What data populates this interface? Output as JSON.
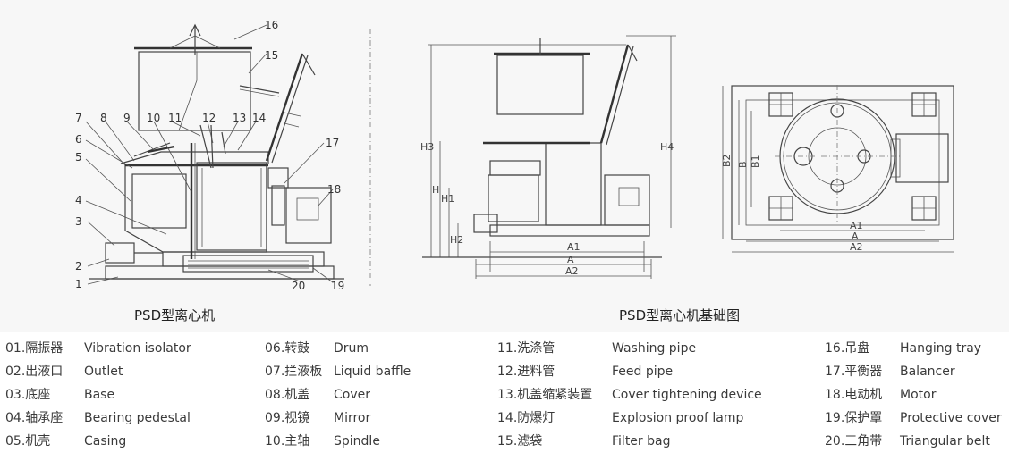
{
  "captions": {
    "left": "PSD型离心机",
    "right": "PSD型离心机基础图"
  },
  "callouts": [
    "1",
    "2",
    "3",
    "4",
    "5",
    "6",
    "7",
    "8",
    "9",
    "10",
    "11",
    "12",
    "13",
    "14",
    "15",
    "16",
    "17",
    "18",
    "19",
    "20"
  ],
  "dimensions": {
    "front": [
      "H3",
      "H",
      "H1",
      "H2",
      "H4",
      "A1",
      "A",
      "A2"
    ],
    "plan": [
      "B2",
      "B",
      "B1",
      "A1",
      "A",
      "A2"
    ]
  },
  "legend": [
    {
      "zh": "01.隔振器",
      "en": "Vibration isolator"
    },
    {
      "zh": "02.出液口",
      "en": "Outlet"
    },
    {
      "zh": "03.底座",
      "en": "Base"
    },
    {
      "zh": "04.轴承座",
      "en": "Bearing pedestal"
    },
    {
      "zh": "05.机壳",
      "en": "Casing"
    },
    {
      "zh": "06.转鼓",
      "en": "Drum"
    },
    {
      "zh": "07.拦液板",
      "en": "Liquid baffle"
    },
    {
      "zh": "08.机盖",
      "en": "Cover"
    },
    {
      "zh": "09.视镜",
      "en": "Mirror"
    },
    {
      "zh": "10.主轴",
      "en": "Spindle"
    },
    {
      "zh": "11.洗涤管",
      "en": "Washing pipe"
    },
    {
      "zh": "12.进料管",
      "en": "Feed pipe"
    },
    {
      "zh": "13.机盖缩紧装置",
      "en": "Cover tightening device"
    },
    {
      "zh": "14.防爆灯",
      "en": "Explosion proof lamp"
    },
    {
      "zh": "15.滤袋",
      "en": "Filter bag"
    },
    {
      "zh": "16.吊盘",
      "en": "Hanging tray"
    },
    {
      "zh": "17.平衡器",
      "en": "Balancer"
    },
    {
      "zh": "18.电动机",
      "en": "Motor"
    },
    {
      "zh": "19.保护罩",
      "en": "Protective cover"
    },
    {
      "zh": "20.三角带",
      "en": "Triangular belt"
    }
  ]
}
